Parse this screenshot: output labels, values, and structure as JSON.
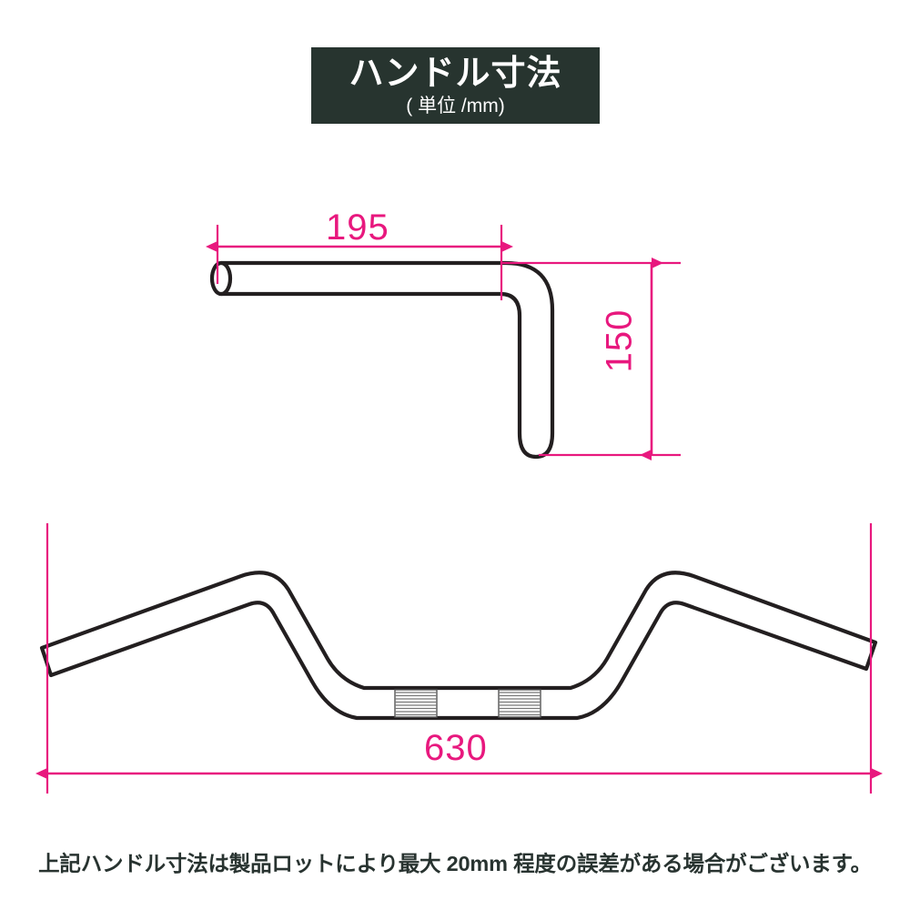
{
  "title": {
    "main": "ハンドル寸法",
    "sub": "( 単位 /mm)",
    "background_color": "#27342f",
    "text_color": "#ffffff"
  },
  "colors": {
    "dimension": "#e8187e",
    "outline": "#231f20",
    "background": "#ffffff",
    "footer_text": "#283330"
  },
  "dimensions": {
    "width_195": "195",
    "height_150": "150",
    "width_630": "630"
  },
  "views": {
    "side_view_name": "handlebar-side-profile",
    "front_view_name": "handlebar-front-profile"
  },
  "footer": {
    "note": "上記ハンドル寸法は製品ロットにより最大 20mm 程度の誤差がある場合がございます。"
  },
  "chart_data": {
    "type": "table",
    "title": "ハンドル寸法",
    "subtitle": "( 単位 /mm)",
    "categories": [
      "195",
      "150",
      "630"
    ],
    "values": [
      195,
      150,
      630
    ],
    "units": "mm",
    "annotations": [
      "上記ハンドル寸法は製品ロットにより最大 20mm 程度の誤差がある場合がございます。"
    ]
  }
}
